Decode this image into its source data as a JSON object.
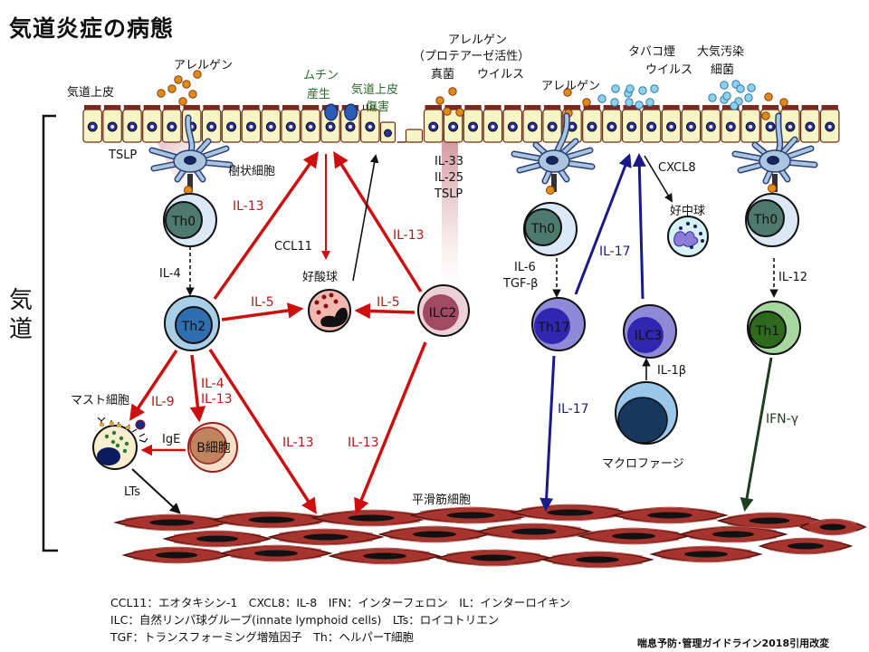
{
  "title": "気道炎症の病態",
  "side_label": "気\n道",
  "side_label_chars": [
    "気",
    "道"
  ],
  "colors": {
    "th2_pathway": "#cc1010",
    "th17_pathway": "#1a1a8a",
    "th1_pathway": "#1f3d1f",
    "epithelium_cell": "#f6f5c6",
    "epithelium_border": "#6b2a14",
    "muscle": "#a8342f",
    "allergen": "#e08a1a",
    "pollutant": "#8fd0ee"
  },
  "top_labels": {
    "airway_epithelium": "気道上皮",
    "allergen_left": "アレルゲン",
    "mucin": [
      "ムチン",
      "産生"
    ],
    "epithelial_damage": [
      "気道上皮",
      "傷害"
    ],
    "allergen_protease": [
      "アレルゲン",
      "（プロテアーゼ活性）"
    ],
    "fungi_virus": [
      "真菌",
      "ウイルス"
    ],
    "allergen_right": "アレルゲン",
    "tobacco_virus": [
      "タバコ煙",
      "ウイルス"
    ],
    "pollution_bacteria": [
      "大気汚染",
      "細菌"
    ]
  },
  "cells": {
    "dendritic_cell": "樹状細胞",
    "th0": "Th0",
    "th2": "Th2",
    "eosinophil": "好酸球",
    "ilc2": "ILC2",
    "mast_cell": "マスト細胞",
    "b_cell": "B細胞",
    "th17": "Th17",
    "ilc3": "ILC3",
    "neutrophil": "好中球",
    "macrophage": "マクロファージ",
    "th1": "Th1",
    "smooth_muscle": "平滑筋細胞"
  },
  "mediators": {
    "tslp": "TSLP",
    "il4": "IL-4",
    "il13": "IL-13",
    "il5": "IL-5",
    "ccl11": "CCL11",
    "il33_25_tslp": [
      "IL-33",
      "IL-25",
      "TSLP"
    ],
    "il9": "IL-9",
    "il4_il13": [
      "IL-4",
      "IL-13"
    ],
    "ige": "IgE",
    "lts": "LTs",
    "il6_tgfb": [
      "IL-6",
      "TGF-β"
    ],
    "il17": "IL-17",
    "cxcl8": "CXCL8",
    "il1b": "IL-1β",
    "il12": "IL-12",
    "ifng": "IFN-γ"
  },
  "legend": [
    "CCL11：エオタキシン-1　CXCL8：IL-8　IFN：インターフェロン　IL：インターロイキン",
    "ILC：自然リンパ球グループ(innate lymphoid cells)　LTs：ロイコトリエン",
    "TGF：トランスフォーミング増殖因子　Th：ヘルパーT細胞"
  ],
  "source": "喘息予防･管理ガイドライン2018引用改変"
}
